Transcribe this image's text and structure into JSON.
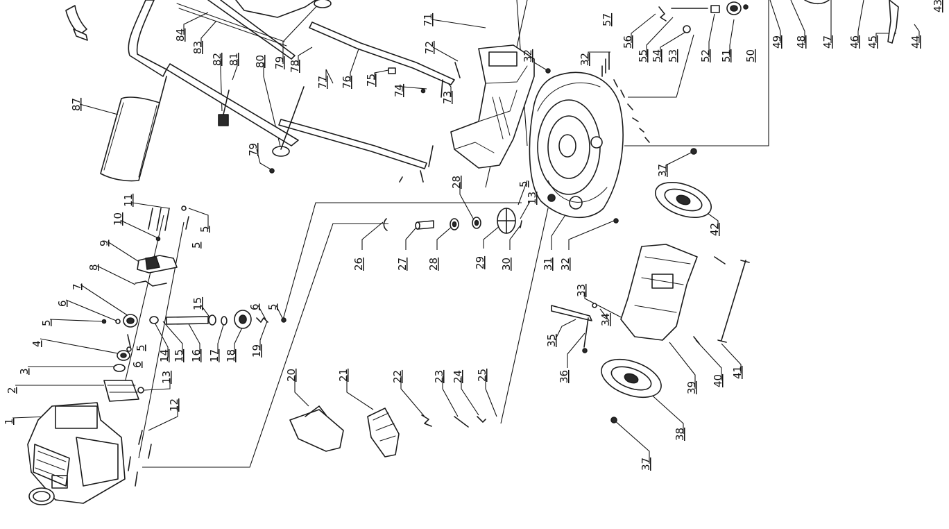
{
  "diagram": {
    "callouts": [
      {
        "id": "c1",
        "label": "1"
      },
      {
        "id": "c2",
        "label": "2"
      },
      {
        "id": "c3",
        "label": "3"
      },
      {
        "id": "c4",
        "label": "4"
      },
      {
        "id": "c5a",
        "label": "5"
      },
      {
        "id": "c6a",
        "label": "6"
      },
      {
        "id": "c7",
        "label": "7"
      },
      {
        "id": "c8",
        "label": "8"
      },
      {
        "id": "c9",
        "label": "9"
      },
      {
        "id": "c10",
        "label": "10"
      },
      {
        "id": "c11",
        "label": "11"
      },
      {
        "id": "c5b",
        "label": "5"
      },
      {
        "id": "c5c",
        "label": "5"
      },
      {
        "id": "c12",
        "label": "12"
      },
      {
        "id": "c13a",
        "label": "13"
      },
      {
        "id": "c14",
        "label": "14"
      },
      {
        "id": "c15a",
        "label": "15"
      },
      {
        "id": "c15b",
        "label": "15"
      },
      {
        "id": "c16",
        "label": "16"
      },
      {
        "id": "c17",
        "label": "17"
      },
      {
        "id": "c18",
        "label": "18"
      },
      {
        "id": "c19",
        "label": "19"
      },
      {
        "id": "c6b",
        "label": "6"
      },
      {
        "id": "c5d",
        "label": "5"
      },
      {
        "id": "c5e",
        "label": "5"
      },
      {
        "id": "c6c",
        "label": "6"
      },
      {
        "id": "c20",
        "label": "20"
      },
      {
        "id": "c21",
        "label": "21"
      },
      {
        "id": "c22",
        "label": "22"
      },
      {
        "id": "c23",
        "label": "23"
      },
      {
        "id": "c24",
        "label": "24"
      },
      {
        "id": "c25",
        "label": "25"
      },
      {
        "id": "c26",
        "label": "26"
      },
      {
        "id": "c27",
        "label": "27"
      },
      {
        "id": "c28a",
        "label": "28"
      },
      {
        "id": "c28b",
        "label": "28"
      },
      {
        "id": "c29",
        "label": "29"
      },
      {
        "id": "c30",
        "label": "30"
      },
      {
        "id": "c31",
        "label": "31"
      },
      {
        "id": "c32a",
        "label": "32"
      },
      {
        "id": "c32b",
        "label": "32"
      },
      {
        "id": "c32c",
        "label": "32"
      },
      {
        "id": "c13b",
        "label": "13"
      },
      {
        "id": "c5f",
        "label": "5"
      },
      {
        "id": "c33",
        "label": "33"
      },
      {
        "id": "c34",
        "label": "34"
      },
      {
        "id": "c35",
        "label": "35"
      },
      {
        "id": "c36",
        "label": "36"
      },
      {
        "id": "c37a",
        "label": "37"
      },
      {
        "id": "c37b",
        "label": "37"
      },
      {
        "id": "c38",
        "label": "38"
      },
      {
        "id": "c39",
        "label": "39"
      },
      {
        "id": "c40",
        "label": "40"
      },
      {
        "id": "c41",
        "label": "41"
      },
      {
        "id": "c42",
        "label": "42"
      },
      {
        "id": "c43",
        "label": "43"
      },
      {
        "id": "c44",
        "label": "44"
      },
      {
        "id": "c45",
        "label": "45"
      },
      {
        "id": "c46",
        "label": "46"
      },
      {
        "id": "c47",
        "label": "47"
      },
      {
        "id": "c48",
        "label": "48"
      },
      {
        "id": "c49",
        "label": "49"
      },
      {
        "id": "c50",
        "label": "50"
      },
      {
        "id": "c51",
        "label": "51"
      },
      {
        "id": "c52",
        "label": "52"
      },
      {
        "id": "c53",
        "label": "53"
      },
      {
        "id": "c54",
        "label": "54"
      },
      {
        "id": "c55",
        "label": "55"
      },
      {
        "id": "c56",
        "label": "56"
      },
      {
        "id": "c57",
        "label": "57"
      },
      {
        "id": "c71",
        "label": "71"
      },
      {
        "id": "c72",
        "label": "72"
      },
      {
        "id": "c73",
        "label": "73"
      },
      {
        "id": "c74",
        "label": "74"
      },
      {
        "id": "c75",
        "label": "75"
      },
      {
        "id": "c76",
        "label": "76"
      },
      {
        "id": "c77",
        "label": "77"
      },
      {
        "id": "c78",
        "label": "78"
      },
      {
        "id": "c79a",
        "label": "79"
      },
      {
        "id": "c79b",
        "label": "79"
      },
      {
        "id": "c80",
        "label": "80"
      },
      {
        "id": "c81",
        "label": "81"
      },
      {
        "id": "c82",
        "label": "82"
      },
      {
        "id": "c83",
        "label": "83"
      },
      {
        "id": "c84",
        "label": "84"
      },
      {
        "id": "c87",
        "label": "87"
      }
    ]
  }
}
